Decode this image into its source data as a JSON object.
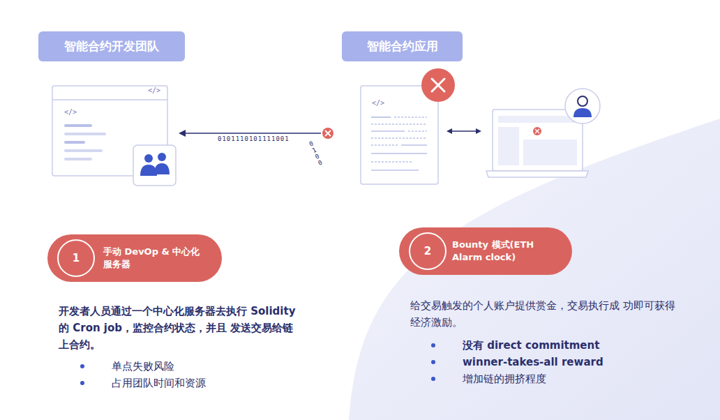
{
  "diagram": {
    "nodes": [
      {
        "text": [
          "智能合约开发团队"
        ]
      },
      {
        "text": [
          "智能合约应用"
        ]
      },
      {
        "text": [
          "手动 DevOp & 中心化服务器"
        ]
      },
      {
        "text": [
          "1"
        ],
        "in": 2
      },
      {
        "text": [
          "Bounty 模式(ETH Alarm clock)"
        ]
      },
      {
        "text": [
          "2"
        ],
        "in": 4
      }
    ],
    "labels": [
      "</>",
      "</>",
      "0101110101111001",
      "0100",
      "</>",
      "开发者人员通过一个中心化服务器去执行 Solidity 的 Cron job，监控合约状态，并且 发送交易给链上合约。",
      "单点失败风险",
      "占用团队时间和资源",
      "给交易触发的个人账户提供赏金，交易执行成 功即可获得经济激励。",
      "没有 direct commitment",
      "winner-takes-all reward",
      "增加链的拥挤程度"
    ]
  }
}
